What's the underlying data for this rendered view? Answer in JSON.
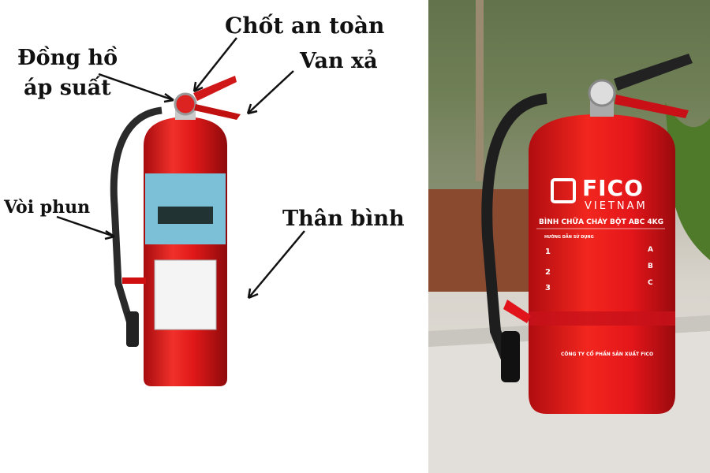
{
  "labels": {
    "safety_pin": "Chốt an toàn",
    "pressure_gauge_line1": "Đồng hồ",
    "pressure_gauge_line2": "áp suất",
    "discharge_valve": "Van xả",
    "hose": "Vòi phun",
    "body": "Thân bình"
  },
  "product": {
    "brand": "FICO",
    "brand_sub": "VIETNAM",
    "product_name": "BÌNH CHỮA CHÁY BỘT ABC 4KG",
    "usage_title": "HƯỚNG DẪN SỬ DỤNG",
    "steps": [
      "1",
      "2",
      "3"
    ],
    "fire_classes": [
      "A",
      "B",
      "C"
    ],
    "company": "CÔNG TY CỔ PHẦN SẢN XUẤT FICO"
  },
  "colors": {
    "red": "#e0141a",
    "dark_red": "#b50d12",
    "hose": "#2a2a2a"
  }
}
